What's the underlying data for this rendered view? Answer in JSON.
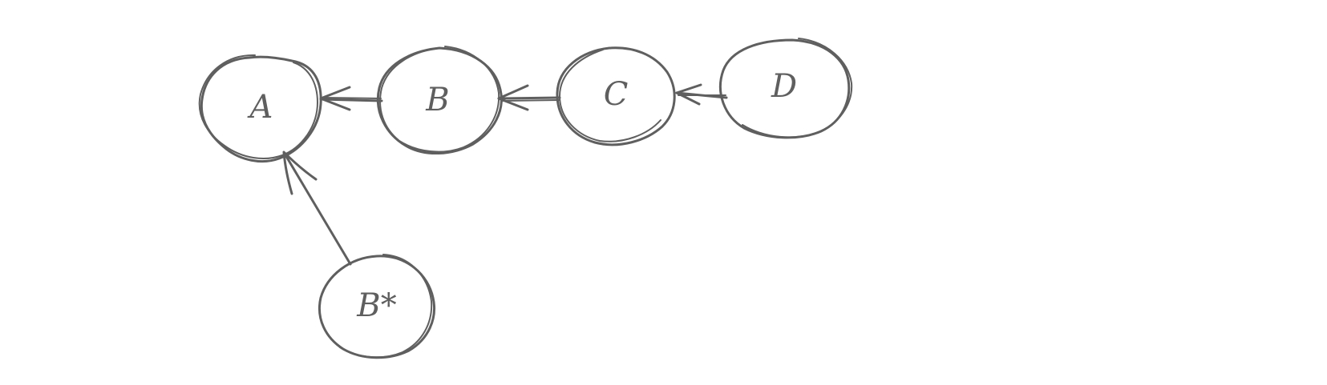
{
  "diagram": {
    "colors": {
      "stroke": "#5f5f5f",
      "background": "#ffffff"
    },
    "nodes": [
      {
        "id": "A",
        "label": "A"
      },
      {
        "id": "B",
        "label": "B"
      },
      {
        "id": "C",
        "label": "C"
      },
      {
        "id": "D",
        "label": "D"
      },
      {
        "id": "B_star",
        "label": "B*"
      }
    ],
    "edges": [
      {
        "from": "B",
        "to": "A"
      },
      {
        "from": "C",
        "to": "B"
      },
      {
        "from": "D",
        "to": "C"
      },
      {
        "from": "B_star",
        "to": "A"
      }
    ]
  }
}
